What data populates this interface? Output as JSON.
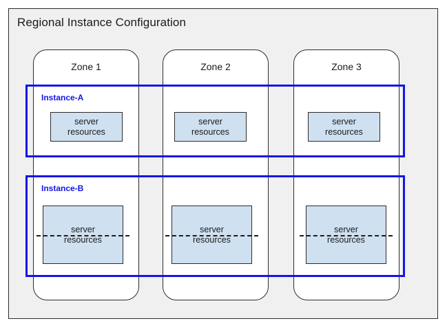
{
  "diagram": {
    "title": "Regional Instance Configuration",
    "colors": {
      "frame_background": "#f0f0f0",
      "frame_border": "#2b2b2b",
      "zone_background": "#ffffff",
      "instance_border": "#1414e6",
      "instance_label": "#1414e6",
      "resource_fill": "#cfe0f0",
      "resource_border": "#2b2b2b",
      "text": "#1a1a1a"
    },
    "zones": [
      {
        "label": "Zone 1"
      },
      {
        "label": "Zone 2"
      },
      {
        "label": "Zone 3"
      }
    ],
    "instances": [
      {
        "label": "Instance-A",
        "split": false,
        "resources": [
          {
            "text": "server\nresources"
          },
          {
            "text": "server\nresources"
          },
          {
            "text": "server\nresources"
          }
        ]
      },
      {
        "label": "Instance-B",
        "split": true,
        "resources": [
          {
            "text": "server\nresources"
          },
          {
            "text": "server\nresources"
          },
          {
            "text": "server\nresources"
          }
        ]
      }
    ]
  }
}
